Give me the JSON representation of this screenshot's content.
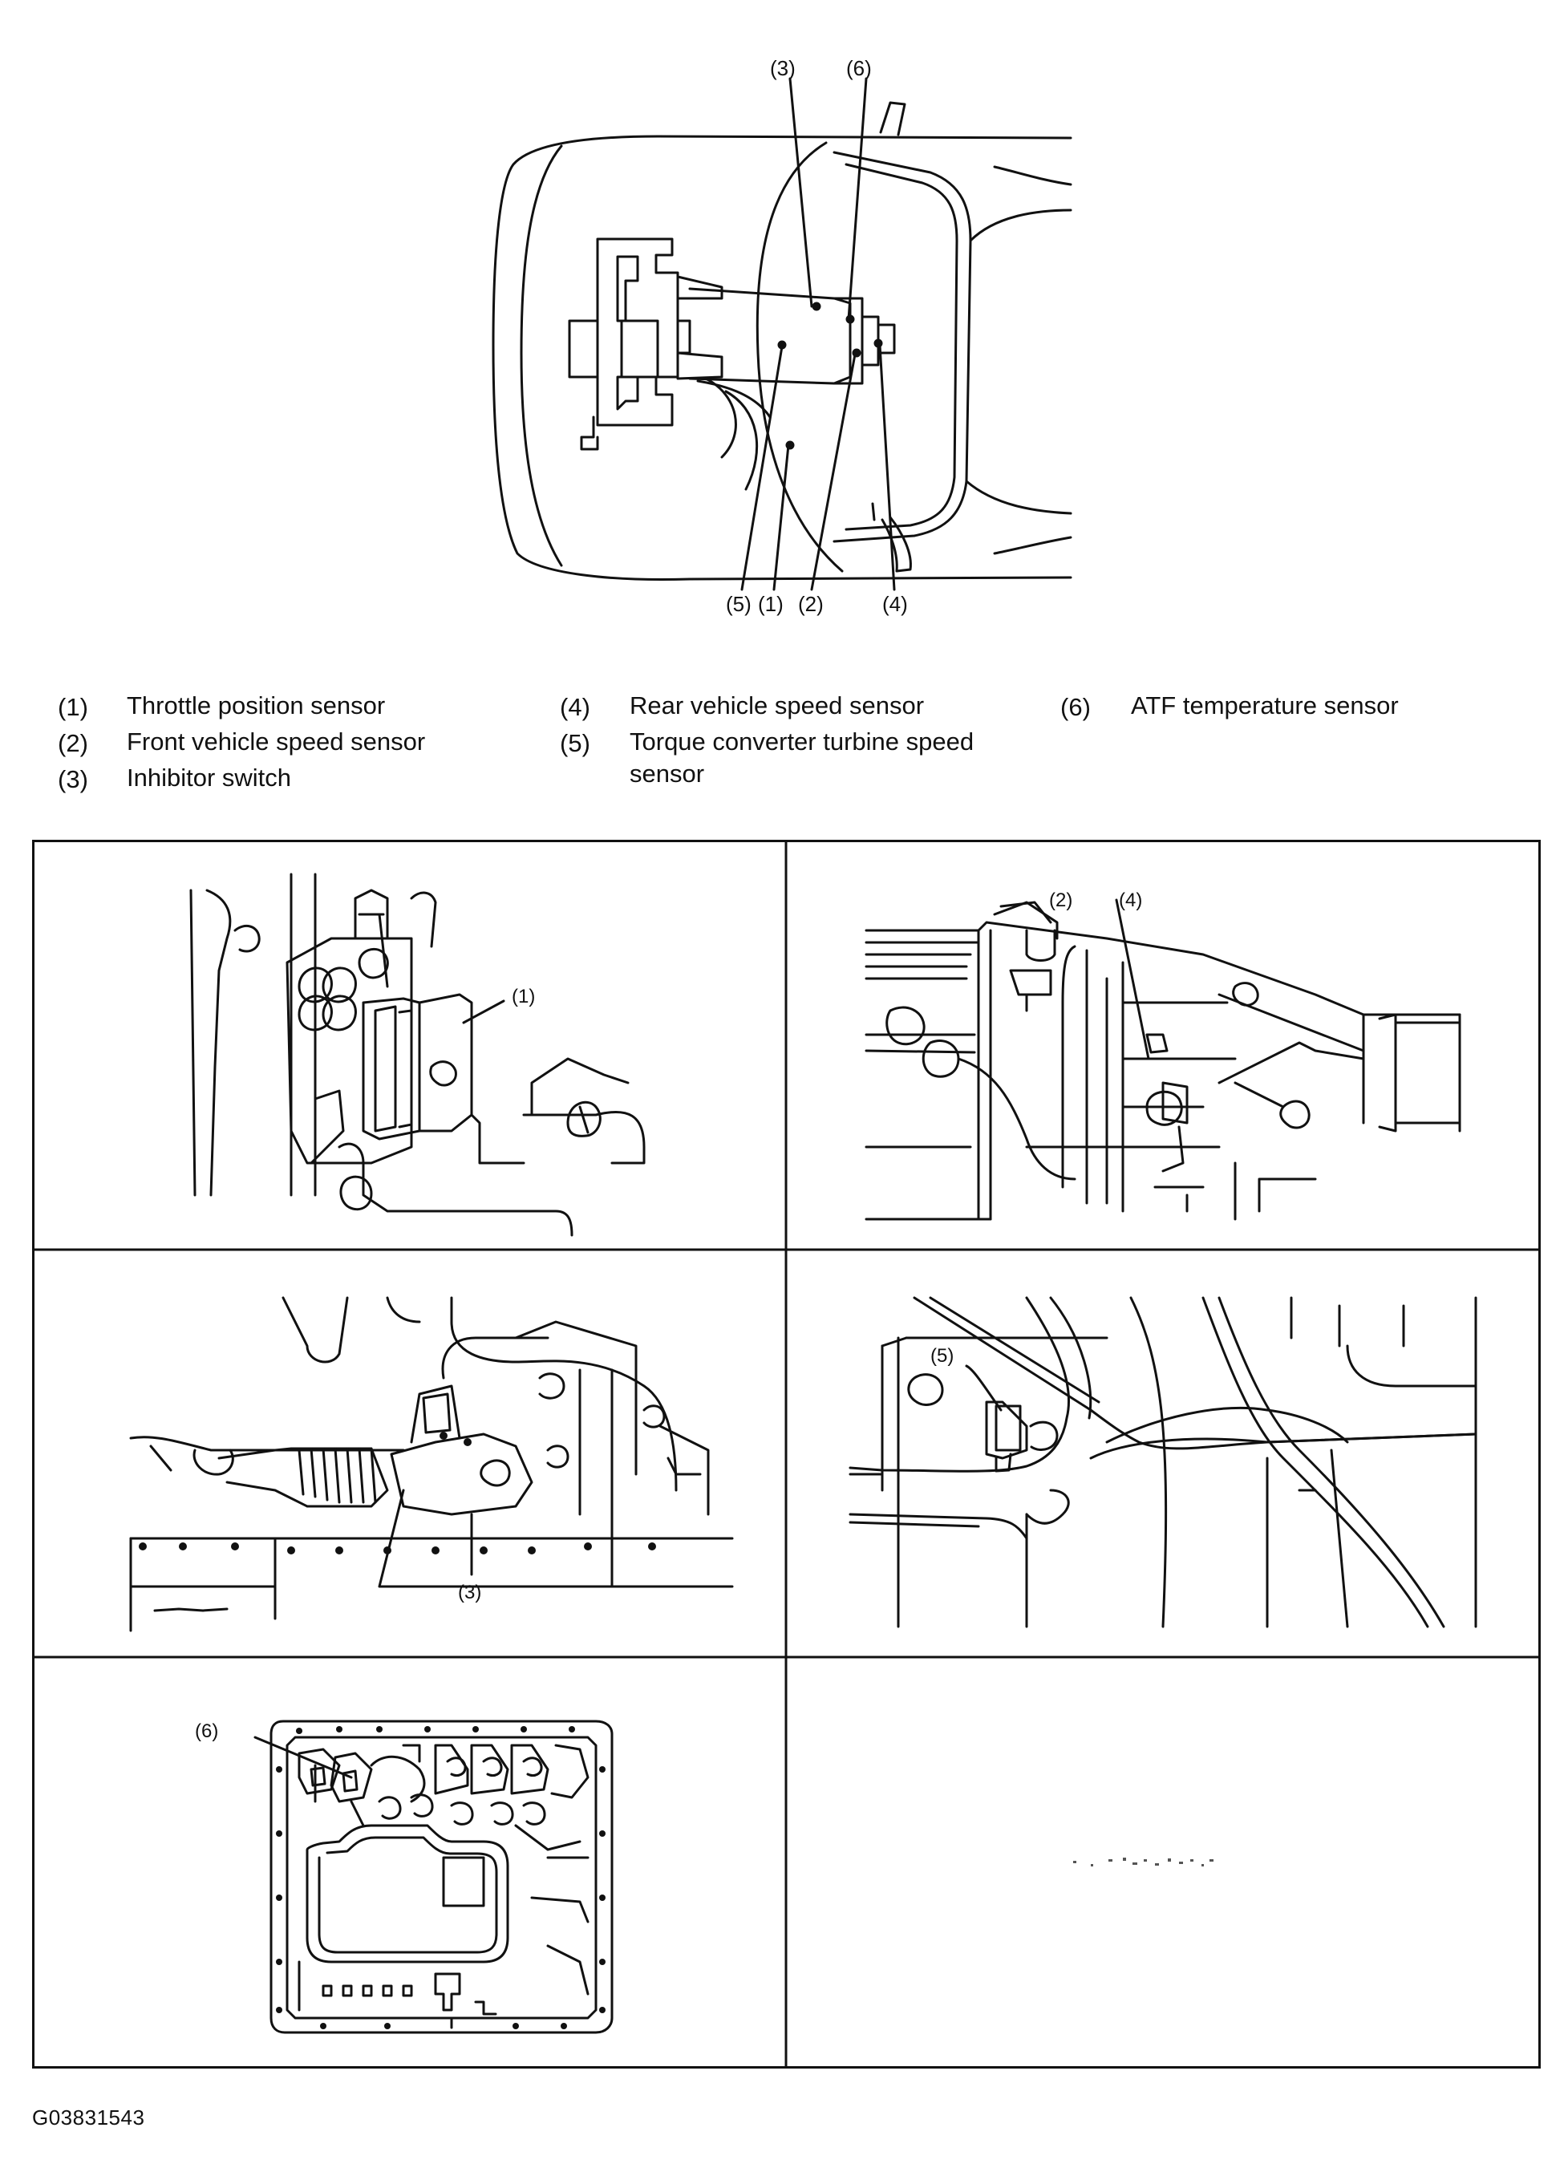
{
  "overview": {
    "callouts_top": [
      "(3)",
      "(6)"
    ],
    "callouts_bottom": [
      "(5)",
      "(1)",
      "(2)",
      "(4)"
    ]
  },
  "legend": [
    {
      "num": "(1)",
      "text": "Throttle position sensor"
    },
    {
      "num": "(2)",
      "text": "Front vehicle speed sensor"
    },
    {
      "num": "(3)",
      "text": "Inhibitor switch"
    },
    {
      "num": "(4)",
      "text": "Rear vehicle speed sensor"
    },
    {
      "num": "(5)",
      "text": "Torque converter turbine speed sensor"
    },
    {
      "num": "(6)",
      "text": "ATF temperature sensor"
    }
  ],
  "panels": {
    "throttle": {
      "callout": "(1)"
    },
    "speed": {
      "callout_front": "(2)",
      "callout_rear": "(4)"
    },
    "inhibitor": {
      "callout": "(3)"
    },
    "turbine": {
      "callout": "(5)"
    },
    "atf": {
      "callout": "(6)"
    }
  },
  "figure_code": "G03831543"
}
